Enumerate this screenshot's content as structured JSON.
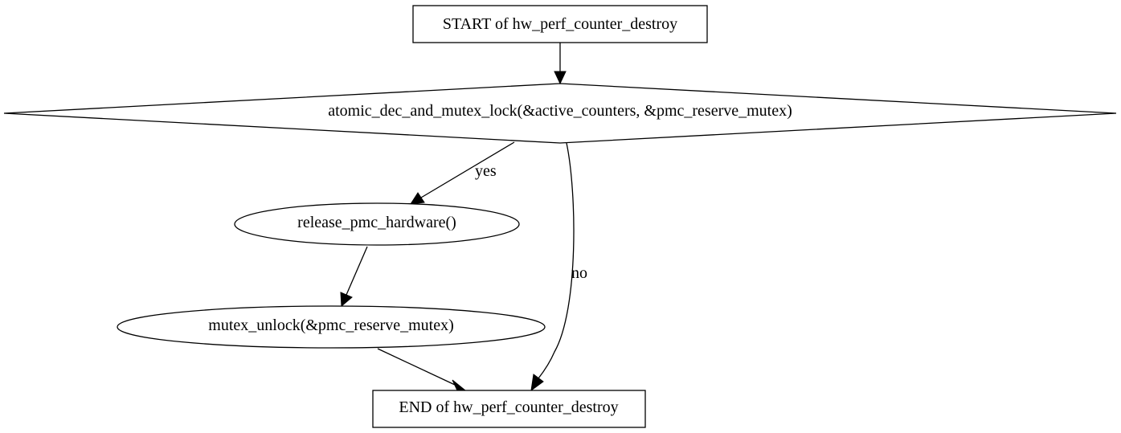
{
  "diagram": {
    "colors": {
      "background": "#ffffff",
      "stroke": "#000000",
      "text": "#000000"
    },
    "nodes": {
      "start": {
        "shape": "box",
        "label": "START of hw_perf_counter_destroy"
      },
      "decision": {
        "shape": "diamond",
        "label": "atomic_dec_and_mutex_lock(&active_counters, &pmc_reserve_mutex)"
      },
      "release": {
        "shape": "ellipse",
        "label": "release_pmc_hardware()"
      },
      "unlock": {
        "shape": "ellipse",
        "label": "mutex_unlock(&pmc_reserve_mutex)"
      },
      "end": {
        "shape": "box",
        "label": "END of hw_perf_counter_destroy"
      }
    },
    "edges": {
      "start_to_decision": {
        "from": "start",
        "to": "decision",
        "label": ""
      },
      "decision_to_release": {
        "from": "decision",
        "to": "release",
        "label": "yes"
      },
      "decision_to_end": {
        "from": "decision",
        "to": "end",
        "label": "no"
      },
      "release_to_unlock": {
        "from": "release",
        "to": "unlock",
        "label": ""
      },
      "unlock_to_end": {
        "from": "unlock",
        "to": "end",
        "label": ""
      }
    }
  }
}
